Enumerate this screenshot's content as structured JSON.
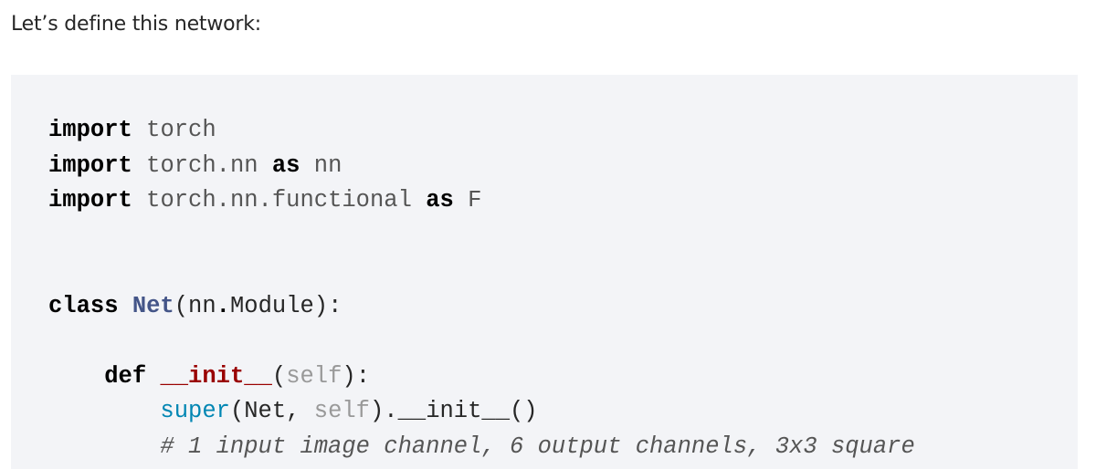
{
  "intro": "Let’s define this network:",
  "code": {
    "line1": {
      "kw": "import",
      "mod": "torch"
    },
    "line2": {
      "kw": "import",
      "mod": "torch.nn",
      "kw2": "as",
      "alias": "nn"
    },
    "line3": {
      "kw": "import",
      "mod": "torch.nn.functional",
      "kw2": "as",
      "alias": "F"
    },
    "line4": {
      "kw": "class",
      "name": "Net",
      "base_open": "(nn",
      "dot": ".",
      "base": "Module):"
    },
    "line5": {
      "indent": "    ",
      "kw": "def",
      "name": "__init__",
      "paren_open": "(",
      "self": "self",
      "paren_close": "):"
    },
    "line6": {
      "indent": "        ",
      "builtin": "super",
      "args_open": "(Net, ",
      "self": "self",
      "rest": ").__init__()"
    },
    "line7": {
      "indent": "        ",
      "comment": "# 1 input image channel, 6 output channels, 3x3 square"
    }
  }
}
